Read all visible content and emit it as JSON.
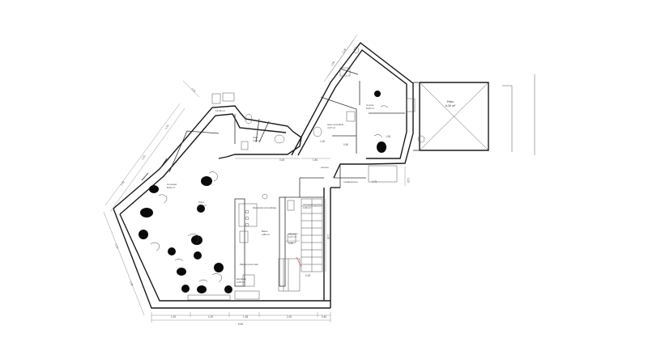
{
  "rooms": {
    "dining": {
      "name": "Comedor",
      "area": "8,00 m²"
    },
    "bar_top": {
      "name": "Mostrador de bebidas",
      "area": ""
    },
    "bar": {
      "name": "Barra",
      "area": "4,86 m²"
    },
    "left_small": {
      "name": "Zona",
      "area": "2,34 m²"
    },
    "left_top": {
      "name": "",
      "area": "13,90 m²"
    },
    "toilet_top": {
      "name": "Aseo",
      "area": "3,38 m²"
    },
    "room_upper": {
      "name": "Aseo accesible",
      "area": "4,37 m²"
    },
    "kitchen": {
      "name": "Cocina",
      "area": "8,00 m²"
    },
    "patio": {
      "name": "Patio",
      "area": "6,30 m²"
    },
    "machine": {
      "name": "Máquina de hielo",
      "area": ""
    },
    "cold": {
      "name": "Cámara frigorífica",
      "area": "3,20 m²"
    },
    "storage": {
      "name": "Almacén",
      "area": "1,57 m²"
    },
    "stair": {
      "name": "Escalera",
      "area": "2,28 m²"
    },
    "entrance": {
      "name": "Acceso",
      "area": ""
    },
    "small_note": {
      "name": "Instalaciones",
      "area": ""
    }
  },
  "dimensions": {
    "bottom_total": "8,45",
    "bottom_segments": [
      "1,20",
      "1,20",
      "1,38",
      "2,20",
      "0,45"
    ],
    "left_edge": [
      "1,90",
      "1,05",
      "1,55",
      "1,20",
      "1,38"
    ],
    "top_edge": [
      "1,00",
      "2,20",
      "1,25"
    ],
    "misc": [
      "0,45",
      "1,80",
      "2,35",
      "0,90",
      "1,22",
      "0,35",
      "1,30",
      "0,60",
      "0,75",
      "1,80"
    ]
  }
}
